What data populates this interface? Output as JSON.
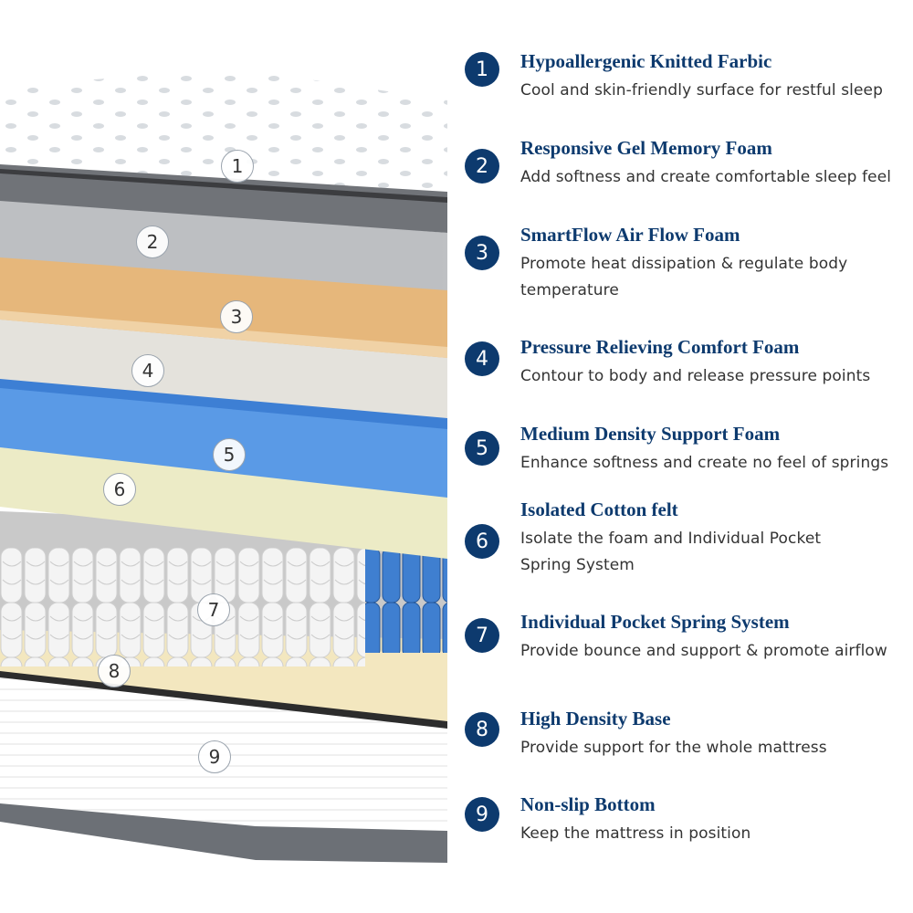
{
  "colors": {
    "accent": "#0d3a6e",
    "text": "#333333"
  },
  "layer_labels": [
    "1",
    "2",
    "3",
    "4",
    "5",
    "6",
    "7",
    "8",
    "9"
  ],
  "features": [
    {
      "number": "1",
      "title": "Hypoallergenic Knitted Farbic",
      "description": "Cool and skin-friendly surface for restful sleep"
    },
    {
      "number": "2",
      "title": "Responsive Gel Memory Foam",
      "description": "Add softness and create comfortable sleep feel"
    },
    {
      "number": "3",
      "title": "SmartFlow Air Flow Foam",
      "description": "Promote heat dissipation & regulate body temperature"
    },
    {
      "number": "4",
      "title": "Pressure Relieving Comfort Foam",
      "description": "Contour to body and release pressure points"
    },
    {
      "number": "5",
      "title": "Medium Density Support Foam",
      "description": "Enhance softness and create no feel of springs"
    },
    {
      "number": "6",
      "title": "Isolated Cotton felt",
      "description": "Isolate the foam and Individual Pocket Spring System"
    },
    {
      "number": "7",
      "title": "Individual Pocket Spring System",
      "description": "Provide bounce and support & promote airflow"
    },
    {
      "number": "8",
      "title": "High Density Base",
      "description": "Provide support for the whole mattress"
    },
    {
      "number": "9",
      "title": "Non-slip Bottom",
      "description": "Keep the mattress in position"
    }
  ]
}
